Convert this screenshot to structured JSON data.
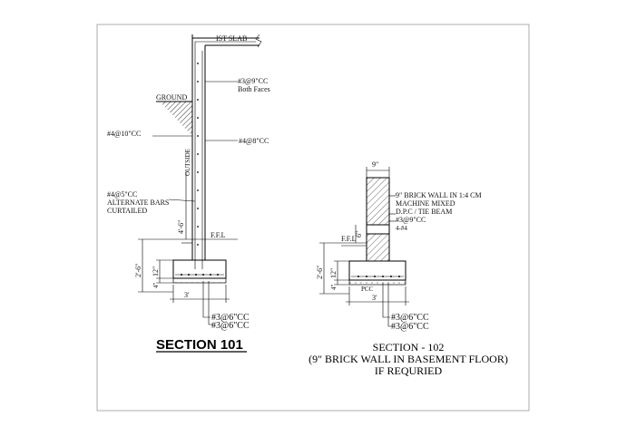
{
  "section101": {
    "title": "SECTION 101",
    "labels": {
      "slab": "IST SLAB",
      "ground": "GROUND",
      "bars_top": "#3@9\"CC",
      "both_faces": "Both Faces",
      "bars_outer": "#4@10\"CC",
      "bars_inner": "#4@8\"CC",
      "outside": "OUTSIDE",
      "bars_alt": "#4@5\"CC",
      "alt_bars": "ALTERNATE BARS",
      "curtailed": "CURTAILED",
      "height": "4'-6\"",
      "ffl": "F.F.L",
      "depth": "2'-6\"",
      "slab_th": "12\"",
      "pcc_th": "4\"",
      "width": "3'",
      "footing_bars_1": "#3@6\"CC",
      "footing_bars_2": "#3@6\"CC"
    }
  },
  "section102": {
    "title": "SECTION - 102",
    "subtitle": "(9\" BRICK WALL IN BASEMENT FLOOR)",
    "subtitle2": "IF REQURIED",
    "labels": {
      "wall_width": "9\"",
      "brick1": "9\" BRICK WALL IN 1:4 CM",
      "brick2": "MACHINE MIXED",
      "dpc": "D.P.C / TIE BEAM",
      "bars_dpc": "#3@9\"CC",
      "bars_dpc2": "4-#4",
      "dim6": "6\"",
      "ffl": "F.F.L",
      "depth": "2'-6\"",
      "slab_th": "12\"",
      "pcc_th": "4\"",
      "pcc": "PCC",
      "width": "3'",
      "footing_bars_1": "#3@6\"CC",
      "footing_bars_2": "#3@6\"CC"
    }
  }
}
